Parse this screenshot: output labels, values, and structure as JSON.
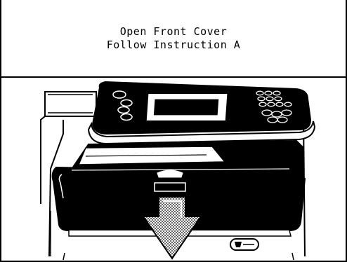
{
  "message": {
    "line1": "Open Front Cover",
    "line2": "Follow Instruction A"
  },
  "illustration": {
    "subject": "printer-front-view",
    "arrow_direction": "down",
    "stroke_color": "#000000",
    "background_color": "#ffffff",
    "icons": [
      "printer-icon",
      "down-arrow-icon",
      "front-cover-icon",
      "control-panel-icon"
    ]
  }
}
